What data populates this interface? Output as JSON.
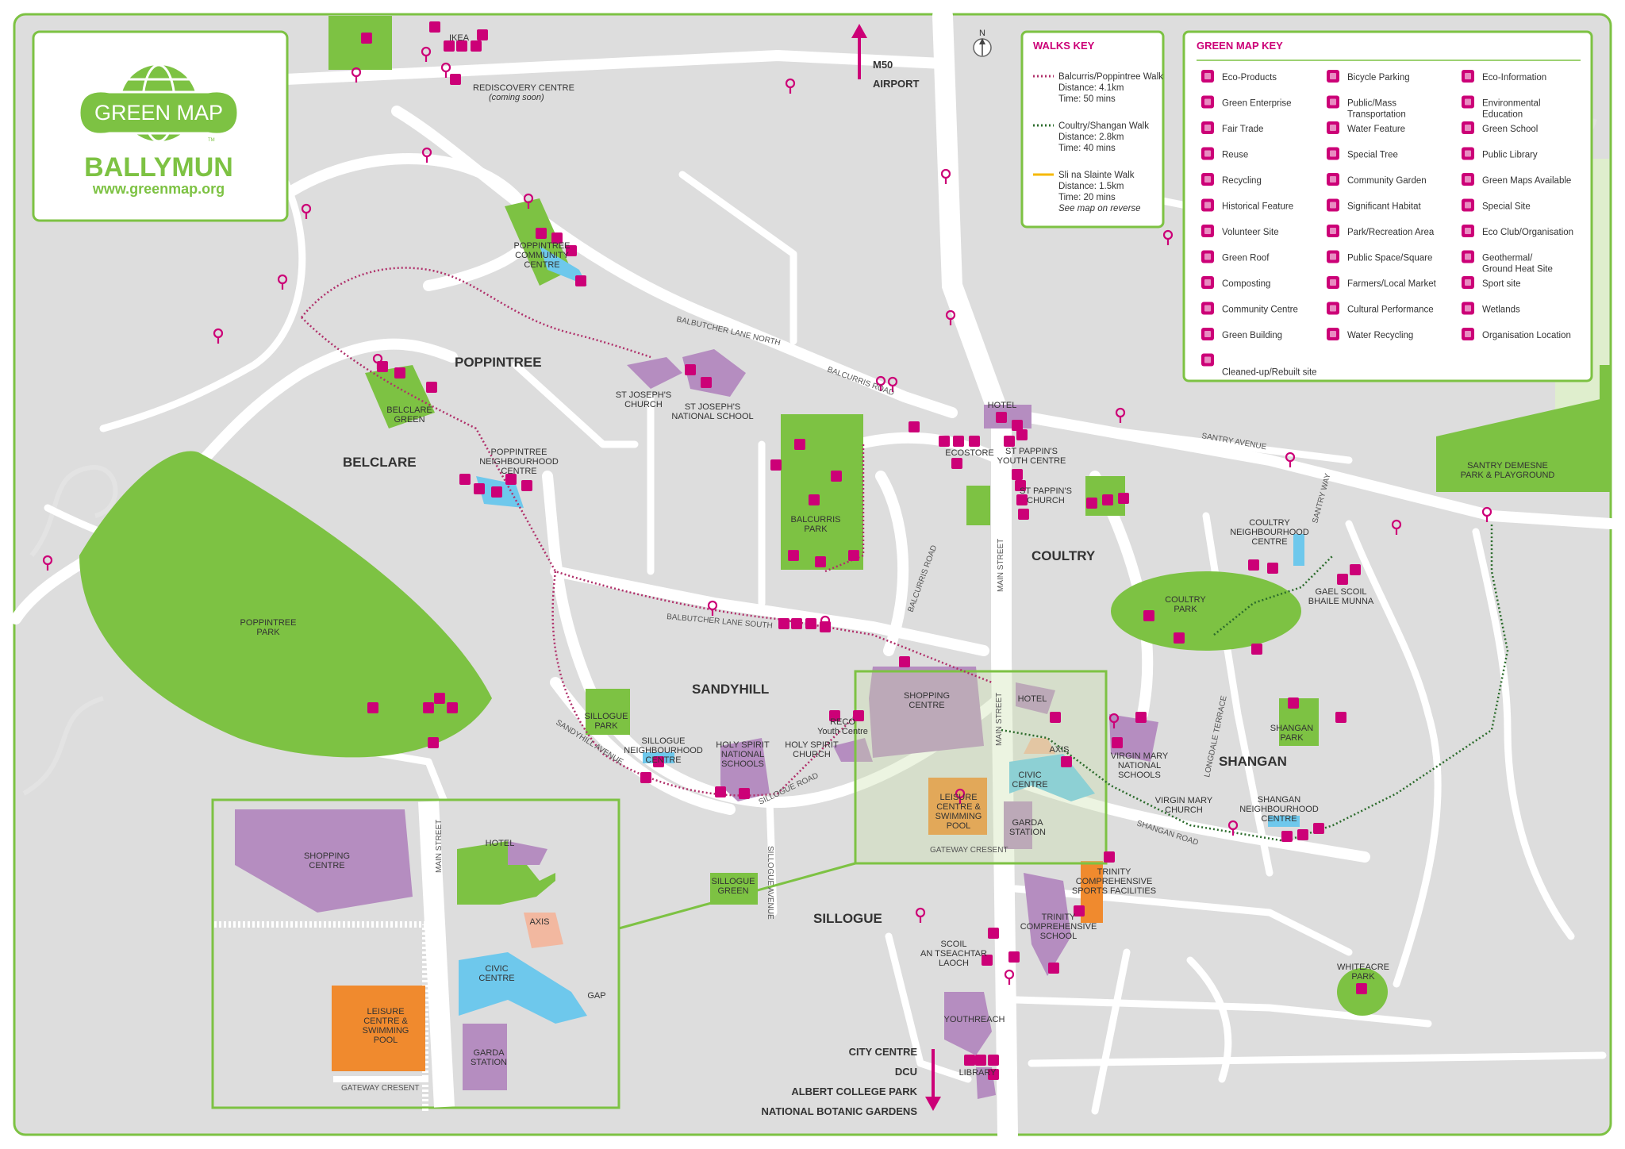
{
  "logo": {
    "title": "GREEN MAP",
    "tm": "TM",
    "place": "BALLYMUN",
    "url": "www.greenmap.org"
  },
  "colors": {
    "green": "#7dc243",
    "magenta": "#cc0077",
    "purple": "#b58dc0",
    "orange": "#f08a2e",
    "blue": "#6ec8ec",
    "land": "#dddddd",
    "road": "#ffffff"
  },
  "compass": {
    "north": "N"
  },
  "north_arrow": {
    "line1": "M50",
    "line2": "AIRPORT"
  },
  "south_arrow": {
    "lines": [
      "CITY CENTRE",
      "DCU",
      "ALBERT COLLEGE PARK",
      "NATIONAL BOTANIC GARDENS"
    ]
  },
  "walks_key": {
    "title": "WALKS KEY",
    "items": [
      {
        "name": "Balcurris/Poppintree Walk",
        "distance": "Distance: 4.1km",
        "time": "Time: 50 mins",
        "color": "#b0306a",
        "style": "dotted"
      },
      {
        "name": "Coultry/Shangan Walk",
        "distance": "Distance: 2.8km",
        "time": "Time: 40 mins",
        "color": "#2b6b2b",
        "style": "dotted"
      },
      {
        "name": "Sli na Slainte Walk",
        "distance": "Distance: 1.5km",
        "time": "Time: 20 mins",
        "note": "See map on reverse",
        "color": "#f6b800",
        "style": "solid"
      }
    ]
  },
  "green_map_key": {
    "title": "GREEN MAP KEY",
    "col1": [
      {
        "label": "Eco-Products",
        "icon": "eco-products-icon"
      },
      {
        "label": "Green Enterprise",
        "icon": "green-enterprise-icon"
      },
      {
        "label": "Fair Trade",
        "icon": "fair-trade-icon"
      },
      {
        "label": "Reuse",
        "icon": "reuse-icon"
      },
      {
        "label": "Recycling",
        "icon": "recycling-icon"
      },
      {
        "label": "Historical Feature",
        "icon": "historical-feature-icon"
      },
      {
        "label": "Volunteer Site",
        "icon": "volunteer-site-icon"
      },
      {
        "label": "Green Roof",
        "icon": "green-roof-icon"
      },
      {
        "label": "Composting",
        "icon": "composting-icon"
      },
      {
        "label": "Community Centre",
        "icon": "community-centre-icon"
      },
      {
        "label": "Green Building",
        "icon": "green-building-icon"
      },
      {
        "label": "Cleaned-up/Rebuilt site",
        "icon": "cleaned-up-site-icon"
      }
    ],
    "col2": [
      {
        "label": "Bicycle Parking",
        "icon": "bicycle-parking-icon"
      },
      {
        "label": "Public/Mass Transportation",
        "icon": "public-transport-icon"
      },
      {
        "label": "Water Feature",
        "icon": "water-feature-icon"
      },
      {
        "label": "Special Tree",
        "icon": "special-tree-icon"
      },
      {
        "label": "Community Garden",
        "icon": "community-garden-icon"
      },
      {
        "label": "Significant Habitat",
        "icon": "significant-habitat-icon"
      },
      {
        "label": "Park/Recreation Area",
        "icon": "park-icon"
      },
      {
        "label": "Public Space/Square",
        "icon": "public-space-icon"
      },
      {
        "label": "Farmers/Local Market",
        "icon": "market-icon"
      },
      {
        "label": "Cultural Performance",
        "icon": "cultural-performance-icon"
      },
      {
        "label": "Water Recycling",
        "icon": "water-recycling-icon"
      }
    ],
    "col3": [
      {
        "label": "Eco-Information",
        "icon": "eco-information-icon"
      },
      {
        "label": "Environmental Education",
        "icon": "environmental-education-icon"
      },
      {
        "label": "Green School",
        "icon": "green-school-icon"
      },
      {
        "label": "Public Library",
        "icon": "public-library-icon"
      },
      {
        "label": "Green Maps Available",
        "icon": "green-maps-available-icon"
      },
      {
        "label": "Special Site",
        "icon": "special-site-icon"
      },
      {
        "label": "Eco Club/Organisation",
        "icon": "eco-club-icon"
      },
      {
        "label": "Geothermal/ Ground Heat Site",
        "icon": "geothermal-icon"
      },
      {
        "label": "Sport site",
        "icon": "sport-site-icon"
      },
      {
        "label": "Wetlands",
        "icon": "wetlands-icon"
      },
      {
        "label": "Organisation Location",
        "icon": "organisation-location-icon"
      }
    ]
  },
  "districts": {
    "poppintree": "POPPINTREE",
    "belclare": "BELCLARE",
    "sandyhill": "SANDYHILL",
    "coultry": "COULTRY",
    "shangan": "SHANGAN",
    "sillogue": "SILLOGUE"
  },
  "places": {
    "ikea": "IKEA",
    "rediscovery": "REDISCOVERY CENTRE",
    "rediscovery_note": "(coming soon)",
    "poppintree_cc": [
      "POPPINTREE",
      "COMMUNITY",
      "CENTRE"
    ],
    "belclare_green": [
      "BELCLARE",
      "GREEN"
    ],
    "poppintree_nc": [
      "POPPINTREE",
      "NEIGHBOURHOOD",
      "CENTRE"
    ],
    "poppintree_park": [
      "POPPINTREE",
      "PARK"
    ],
    "st_josephs_church": [
      "ST JOSEPH'S",
      "CHURCH"
    ],
    "st_josephs_school": [
      "ST JOSEPH'S",
      "NATIONAL SCHOOL"
    ],
    "balcurris_park": [
      "BALCURRIS",
      "PARK"
    ],
    "ecostore": "ECOSTORE",
    "hotel": "HOTEL",
    "st_pappins_yc": [
      "ST PAPPIN'S",
      "YOUTH CENTRE"
    ],
    "st_pappins_church": [
      "ST PAPPIN'S",
      "CHURCH"
    ],
    "santry_demesne": [
      "SANTRY DEMESNE",
      "PARK & PLAYGROUND"
    ],
    "coultry_nc": [
      "COULTRY",
      "NEIGHBOURHOOD",
      "CENTRE"
    ],
    "coultry_park": [
      "COULTRY",
      "PARK"
    ],
    "gael_scoil": [
      "GAEL SCOIL",
      "BHAILE MUNNA"
    ],
    "sillogue_park": [
      "SILLOGUE",
      "PARK"
    ],
    "sillogue_nc": [
      "SILLOGUE",
      "NEIGHBOURHOOD",
      "CENTRE"
    ],
    "holy_spirit_ns": [
      "HOLY SPIRIT",
      "NATIONAL",
      "SCHOOLS"
    ],
    "holy_spirit_church": [
      "HOLY SPIRIT",
      "CHURCH"
    ],
    "reco": [
      "RECO",
      "Youth Centre"
    ],
    "shopping_centre": [
      "SHOPPING",
      "CENTRE"
    ],
    "axis": "AXIS",
    "civic_centre": [
      "CIVIC",
      "CENTRE"
    ],
    "leisure_centre": [
      "LEISURE",
      "CENTRE &",
      "SWIMMING",
      "POOL"
    ],
    "garda_station": [
      "GARDA",
      "STATION"
    ],
    "virgin_mary_schools": [
      "VIRGIN MARY",
      "NATIONAL",
      "SCHOOLS"
    ],
    "virgin_mary_church": [
      "VIRGIN MARY",
      "CHURCH"
    ],
    "shangan_park": [
      "SHANGAN",
      "PARK"
    ],
    "shangan_nc": [
      "SHANGAN",
      "NEIGHBOURHOOD",
      "CENTRE"
    ],
    "trinity_sports": [
      "TRINITY",
      "COMPREHENSIVE",
      "SPORTS FACILITIES"
    ],
    "trinity_school": [
      "TRINITY",
      "COMPREHENSIVE",
      "SCHOOL"
    ],
    "sillogue_green": [
      "SILLOGUE",
      "GREEN"
    ],
    "scoil": [
      "SCOIL",
      "AN TSEACHTAR",
      "LAOCH"
    ],
    "youthreach": "YOUTHREACH",
    "library": "LIBRARY",
    "whiteacre_park": [
      "WHITEACRE",
      "PARK"
    ],
    "gap": "GAP"
  },
  "streets": {
    "balbutcher_north": "BALBUTCHER LANE NORTH",
    "balcurris_road_n": "BALCURRIS ROAD",
    "santry_avenue": "SANTRY AVENUE",
    "santry_way": "SANTRY WAY",
    "balbutcher_south": "BALBUTCHER LANE SOUTH",
    "balcurris_road": "BALCURRIS ROAD",
    "main_street": "MAIN STREET",
    "sandyhill_avenue": "SANDYHILL AVENUE",
    "sillogue_road": "SILLOGUE ROAD",
    "sillogue_avenue": "SILLOGUE AVENUE",
    "gateway_cresent": "GATEWAY CRESENT",
    "longdale_terrace": "LONGDALE TERRACE",
    "shangan_road": "SHANGAN ROAD"
  }
}
